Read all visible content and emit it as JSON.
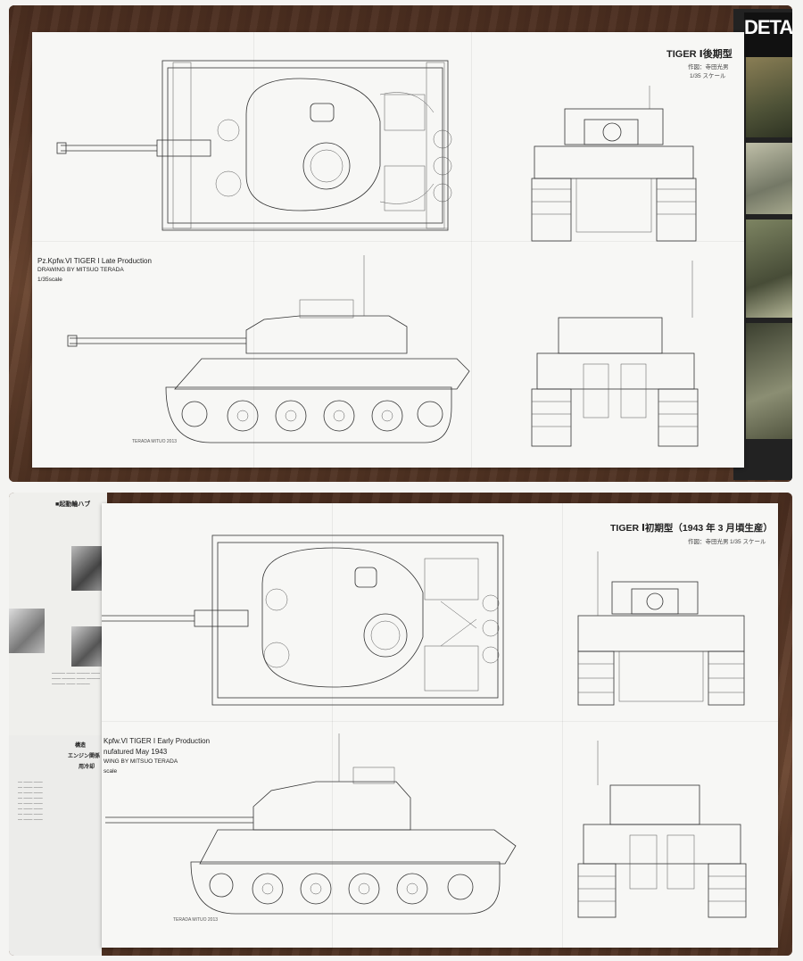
{
  "top": {
    "title": "TIGER Ⅰ後期型",
    "credit": "作図：寺田光男",
    "scale": "1/35 スケール",
    "label_line1": "Pz.Kpfw.VI TIGER I Late Production",
    "label_line2": "DRAWING BY MITSUO TERADA",
    "label_line3": "1/35scale",
    "signature": "TERADA MITUO 2013",
    "magazine_cover": "DETAIL"
  },
  "bottom": {
    "title": "TIGER Ⅰ初期型（1943 年 3 月頃生産）",
    "credit": "作図：寺田光男",
    "scale": "1/35 スケール",
    "label_line1": "Kpfw.VI TIGER I Early Production",
    "label_line2": "nufatured May 1943",
    "label_line3": "WING BY MITSUO TERADA",
    "label_line4": "scale",
    "signature": "TERADA MITUO 2013",
    "left_page_heading": "■起動輪ハブ",
    "left_lower_heading1": "構造",
    "left_lower_heading2": "エンジン関係",
    "left_lower_heading3": "用冷却"
  }
}
